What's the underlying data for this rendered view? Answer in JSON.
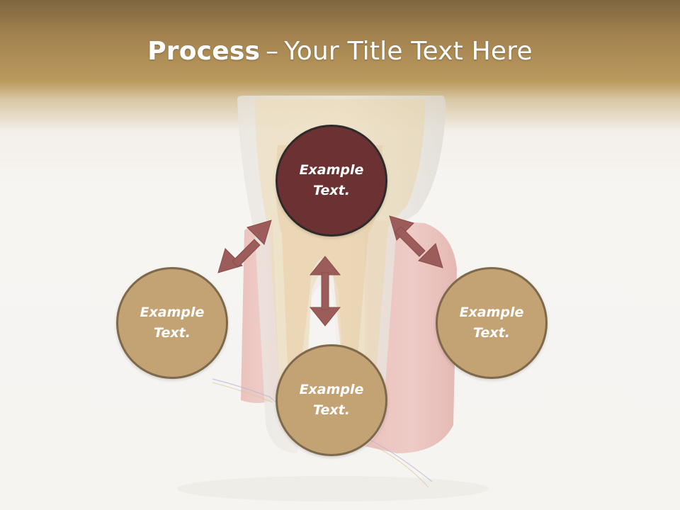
{
  "slide": {
    "title_bold": "Process",
    "title_separator": "–",
    "title_rest": "Your Title Text Here"
  },
  "nodes": {
    "top": {
      "line1": "Example",
      "line2": "Text."
    },
    "left": {
      "line1": "Example",
      "line2": "Text."
    },
    "right": {
      "line1": "Example",
      "line2": "Text."
    },
    "bottom": {
      "line1": "Example",
      "line2": "Text."
    }
  },
  "colors": {
    "header_gold": "#b8975a",
    "main_circle": "#6c3233",
    "node_circle": "#c3a274",
    "node_border": "#7e6a4b",
    "arrow": "#9b5c5a"
  }
}
